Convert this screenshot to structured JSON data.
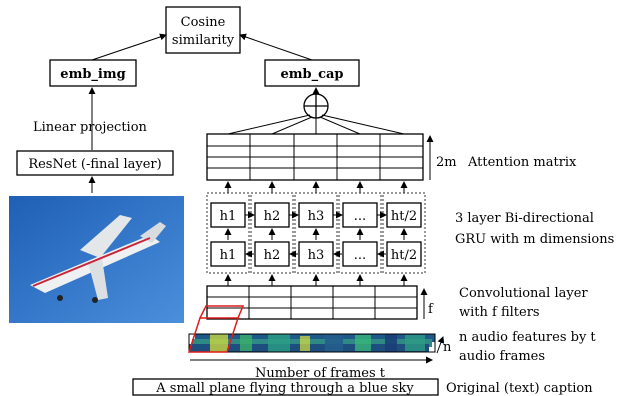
{
  "cosine_similarity": [
    "Cosine",
    "similarity"
  ],
  "emb_img": "emb_img",
  "emb_cap": "emb_cap",
  "linear_projection": "Linear projection",
  "resnet": "ResNet (-final layer)",
  "attention_dim": "2m",
  "attention_matrix": "Attention matrix",
  "gru_cells": [
    "h1",
    "h2",
    "h3",
    "...",
    "ht/2"
  ],
  "gru_label": [
    "3 layer Bi-directional",
    "GRU with m dimensions"
  ],
  "conv_label": [
    "Convolutional layer",
    "with f filters"
  ],
  "conv_dim": "f",
  "audio_label": [
    "n audio features by t",
    "audio frames"
  ],
  "audio_dim": "n",
  "frames_label": "Number of frames t",
  "caption": "A small plane flying through a blue sky",
  "caption_label": "Original (text) caption",
  "colors": {
    "sky": "#2f72c8",
    "plane": "#e9ecef",
    "stripe": "#c8263a",
    "red_outline": "#e11a1a"
  },
  "icons": [
    "plus-circle-icon",
    "airplane-photo",
    "audio-spectrogram"
  ]
}
